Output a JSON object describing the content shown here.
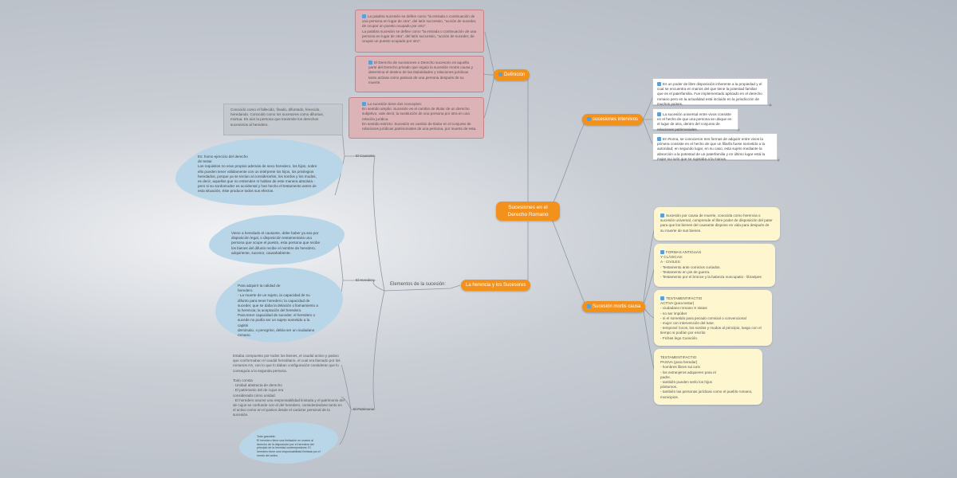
{
  "central": "Sucesiones en el Derecho Romano",
  "definicion": {
    "label": "Definición",
    "notes": [
      "La palabra sucesión se define como \"la entrada o continuación de una persona en lugar de otra\", del latín successio, \"acción de suceder, de ocupar un puesto ocupado por otro\".\nLa palabra sucesión se define como \"la entrada o continuación de una persona en lugar de otra\", del latín successio, \"acción de suceder, de ocupar un puesto ocupado por otro\".",
      "El Derecho de sucesiones o Derecho sucesorio es aquella parte del Derecho privado que regula la sucesión mortis causa y determina el destino de las titularidades y relaciones jurídicas tanto activas como pasivas de una persona después de su muerte.",
      "La sucesión tiene dos conceptos:\nEn sentido amplio: Sucesión es el cambio de titular de un derecho subjetivo, vale decir, la sustitución de una persona por otra en una relación jurídica.\nEn sentido estricto: Sucesión es cambio de titular en el conjunto de relaciones jurídicas patrimoniales de una persona, por muerte de esta."
    ]
  },
  "intervivos": {
    "label": "sucesiones intervivos",
    "notes": [
      "Es un poder de libre disposición inherente a la propiedad y el cual se encuentra en manos del que tiene la potestad familiar que es el paterfamilia. Fue implementado aplicado en el derecho romano pero en la actualidad está incluido en la jurisdicción de muchos países.",
      "La sucesión universal entre vivos consiste en el hecho de que una persona se ubique en el lugar de otra, dentro del conjunto de relaciones patrimoniales.",
      "En Roma, se conocieron tres formas de adquirir entre vivos la primera consiste en el hecho de que un filiarfa fuese sometido a la autoridad; en segundo lugar, en su caso, esta sujeto mediante la absorción a la potestad de un paterfamilia y en último lugar está la mujer sui iuris que se sujetaba a la manus."
    ]
  },
  "mortis": {
    "label": "Sucesión mortis causa",
    "notes": [
      "Sucesión por causa de muerte, conocida como herencia o sucesión universal, comprende el libre poder de disposición del pater para que los bienes del causante dispone en vida para después de su muerte de sus bienes.",
      "FORMAS ANTIGUAS\nY CLÁSICAS:\nA - CIVILES:\n- Testamento ante comicios curiados.\n- Testamento en pie de guerra.\n- Testamento por el bronce y la balanza nuncupatio - libraripes",
      "TESTAMENTIFACTIO\nACTIVA (para testar)\n- ciudadano romano X status\n- no ser impúber\n- ni el sometido para pecado comicial o convencional\n- mujer con intervención del tutor.\n- temporal: locos, los sordos y mudos al principio, luego con el tiempo si podían por escrito\n- Fichas lego Curación.",
      "TESTAMENTIFACTIO\nPASIVA (para heredar)\n- hombres libres sui iuris\n- los extranjeros adquieren para el\npadre.\n- también pueden serlo los hijos\npóstumos.\n- también las personas jurídicas como el pueblo romano,\nmunicipios."
    ]
  },
  "herencia": {
    "label": "La herencia y los Sucesores",
    "elementos_label": "Elementos de la sucesión:",
    "causante": {
      "label": "El Causante",
      "grey": "Conocido como el fallecido, finado, difuntado, fenecido, heredando. Conocido como los sucesores como difuntus, mortua. Es aún la persona que transmite los derechos sucesorios al heredero.",
      "cloud": "Es: homo ejercicio del derecho\nde testar\nLos requisitos no eran propios además de sexo heredero, los hijos, sobre ello pueden tener válidamente con un intérprete los hijos, los privilegios heredados, porque ya se tenían al considerarlos, los sordos y los mudos, es decir, aquellos que no entienden ni hablan de este manera absoluta - pero si su sordomudez es accidental y han hecho el testamento antes de esta situación, éste produce todos sus efectos."
    },
    "herederos": {
      "label": "El Heredero",
      "cloud1": "Viene a heredado el causante, debe haber ya sea por disposición legal, o disposición testamentaria una persona que ocupe el puesto, esta persona que recibe los bienes del difunto recibe el nombre de heredero, adquiriente, sucesor, causahabiente.",
      "cloud2": "Para adquirir la calidad de\nheredero.\n- La muerte de un sujeto, la capacidad de su difunto para tener heredero; la capacidad de suceder, que se daba la delación o llamamiento a la herencia; la aceptación del heredero.\nPara tener capacidad de suceder, el heredero o sucede no podía ser un sujeto sometido a la capitis\ndeminutio, o peregrino, debía ser un ciudadano\nromano."
    },
    "patrimonio": {
      "label": "El Patrimonio",
      "text1": "Estaba compuesto por todos los bienes, el caudal activo y pasivo que conformaban el caudal hereditario, el cual era llamado por los romanos AS, con lo que lo daban configuración considerar que lo conseguía a la segunda persona.",
      "text2": "Todo consta\n· Unidad abstracta de derecho\n· El patrimonio del de cujus era\nconsiderado como unidad.\n· El heredero asume una responsabilidad limitada y el patrimonio del de cujus se confunde con el del heredero, considerándose tanto en el activo como en el pasivo desde el carácter personal de la sucesión.",
      "cloud": "Todo gravable:\nEl heredero tiene una limitación en cuanto al derecho de la disposición por el heredero del principio de la heredad contemporánea. El heredero tiene una responsabilidad limitada por el monto del activo."
    }
  },
  "colors": {
    "orange": "#f2921d",
    "rose": "#dcb3b6",
    "yellow": "#fdf6cf",
    "cloud": "#b9d5e8"
  }
}
